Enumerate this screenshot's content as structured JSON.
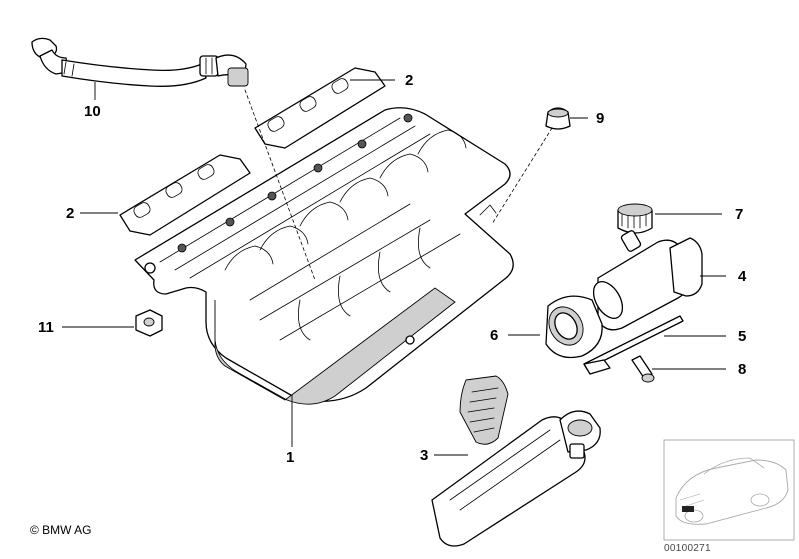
{
  "callouts": {
    "c1": "1",
    "c2a": "2",
    "c2b": "2",
    "c3": "3",
    "c4": "4",
    "c5": "5",
    "c6": "6",
    "c7": "7",
    "c8": "8",
    "c9": "9",
    "c10": "10",
    "c11": "11"
  },
  "footer": {
    "copyright": "© BMW AG",
    "diagram_code": "00100271"
  }
}
